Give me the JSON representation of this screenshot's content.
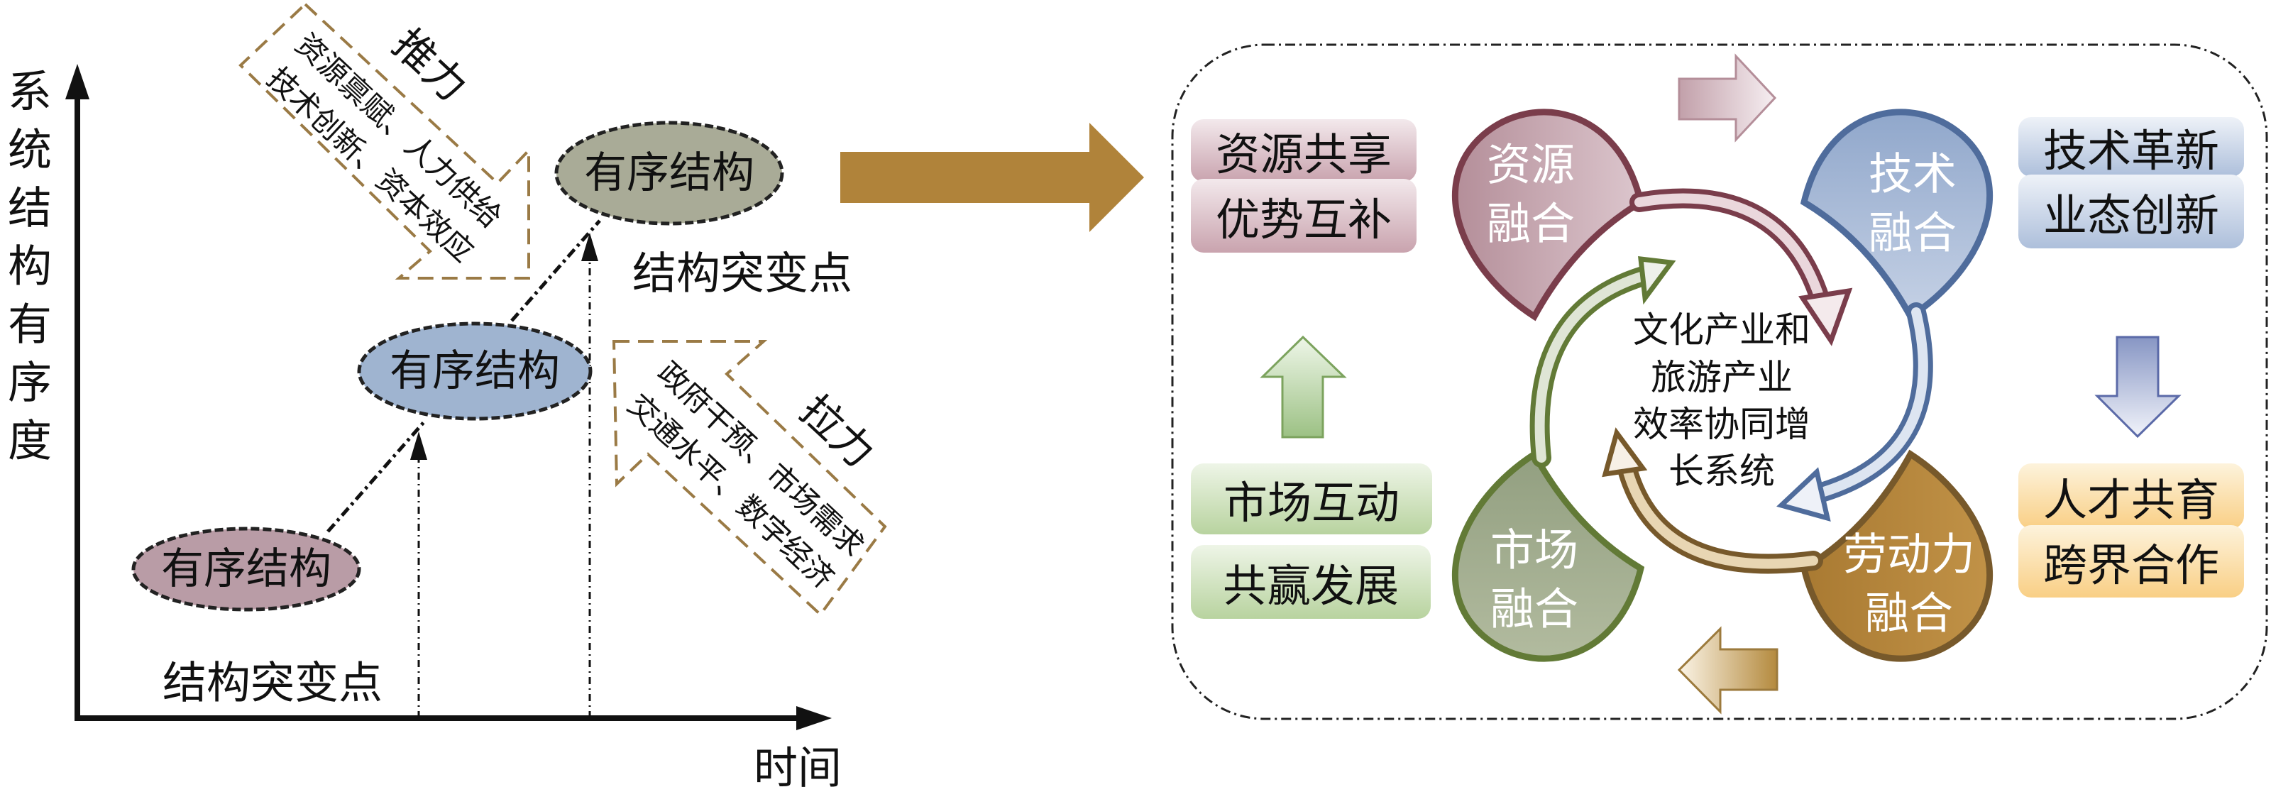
{
  "left_panel": {
    "y_axis_label": "系统结构有序度",
    "x_axis_label": "时间",
    "structures": [
      "有序结构",
      "有序结构",
      "有序结构"
    ],
    "mutation_points": [
      "结构突变点",
      "结构突变点"
    ],
    "push": {
      "title": "推力",
      "lines": [
        "资源禀赋、人力供给",
        "技术创新、资本效应"
      ]
    },
    "pull": {
      "title": "拉力",
      "lines": [
        "政府干预、市场需求",
        "交通水平、数字经济"
      ]
    }
  },
  "right_panel": {
    "center_text": [
      "文化产业和",
      "旅游产业",
      "效率协同增",
      "长系统"
    ],
    "fusions": {
      "resource": [
        "资源",
        "融合"
      ],
      "technology": [
        "技术",
        "融合"
      ],
      "market": [
        "市场",
        "融合"
      ],
      "labor": [
        "劳动力",
        "融合"
      ]
    },
    "boxes": {
      "resource": [
        "资源共享",
        "优势互补"
      ],
      "technology": [
        "技术革新",
        "业态创新"
      ],
      "market": [
        "市场互动",
        "共赢发展"
      ],
      "labor": [
        "人才共育",
        "跨界合作"
      ]
    }
  },
  "colors": {
    "resource": "#7a3d4b",
    "technology": "#4f6c9c",
    "market": "#627a36",
    "labor": "#77592b",
    "big_arrow": "#b0833a"
  }
}
